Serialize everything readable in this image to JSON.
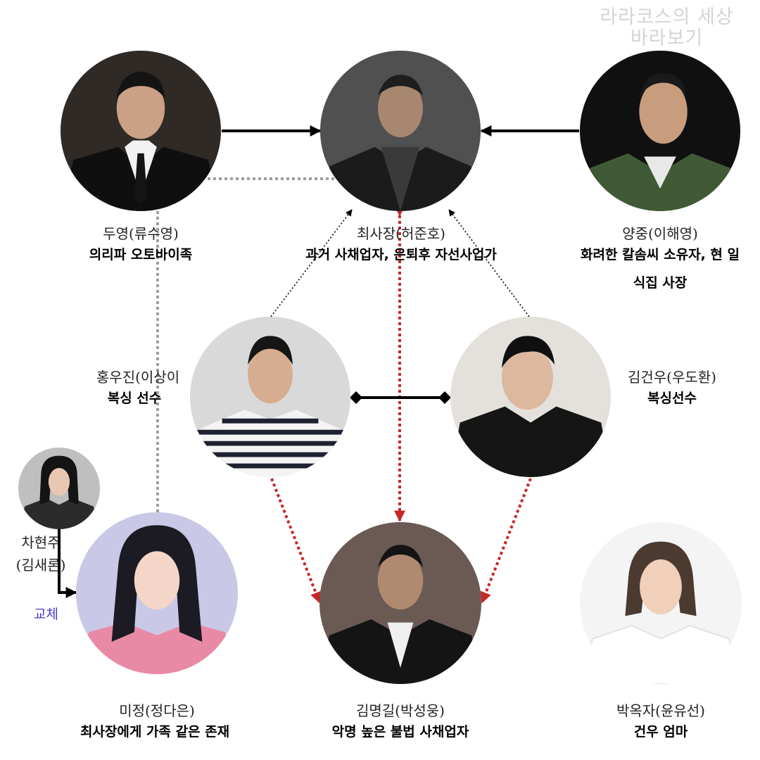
{
  "watermark": {
    "line1": "라라코스의 세상",
    "line2": "바라보기"
  },
  "characters": {
    "duyoung": {
      "name": "두영(류수영)",
      "role": "의리파 오토바이족"
    },
    "choi": {
      "name": "최사장(허준호)",
      "role": "과거 사채업자, 은퇴후 자선사업가"
    },
    "yangjung": {
      "name": "양중(이해영)",
      "role": "화려한 칼솜씨 소유자, 현 일식집 사장"
    },
    "hongwoojin": {
      "name": "홍우진(이상이",
      "role": "복싱 선수"
    },
    "kimgunwoo": {
      "name": "김건우(우도환)",
      "role": "복싱선수"
    },
    "chahyunju": {
      "name": "차현주",
      "name2": "(김새론)"
    },
    "mijung": {
      "name": "미정(정다은)",
      "role": "최사장에게 가족 같은 존재"
    },
    "kimmyunggil": {
      "name": "김명길(박성웅)",
      "role": "악명 높은 불법 사채업자"
    },
    "parkokja": {
      "name": "박옥자(윤유선)",
      "role": "건우 엄마"
    }
  },
  "swap_note": "교체",
  "colors": {
    "solid_arrow": "#000000",
    "gray_dotted": "#9e9e9e",
    "red_dotted": "#c62828",
    "note": "#4a3cc8"
  }
}
